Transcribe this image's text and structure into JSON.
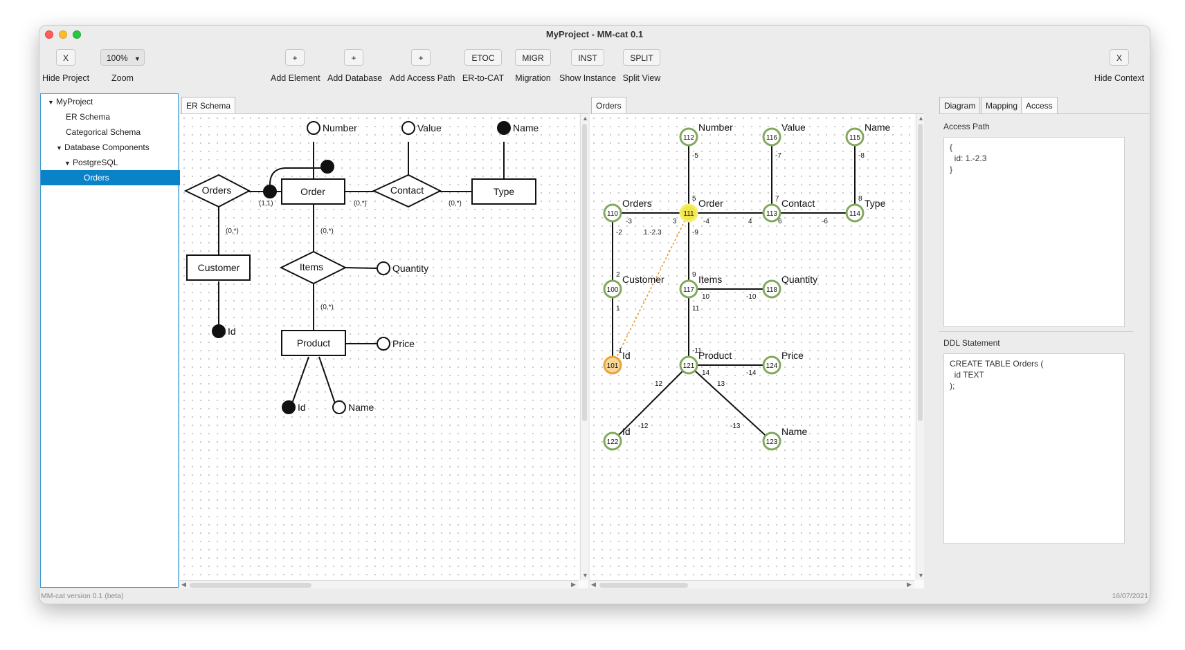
{
  "window": {
    "title": "MyProject - MM-cat 0.1"
  },
  "toolbar": {
    "hide_project_btn": "X",
    "hide_project_label": "Hide Project",
    "zoom_value": "100%",
    "zoom_label": "Zoom",
    "add_element_btn": "+",
    "add_element_label": "Add Element",
    "add_database_btn": "+",
    "add_database_label": "Add Database",
    "add_access_path_btn": "+",
    "add_access_path_label": "Add Access Path",
    "etoc_btn": "ETOC",
    "etoc_label": "ER-to-CAT",
    "migr_btn": "MIGR",
    "migr_label": "Migration",
    "inst_btn": "INST",
    "inst_label": "Show Instance",
    "split_btn": "SPLIT",
    "split_label": "Split View",
    "hide_context_btn": "X",
    "hide_context_label": "Hide Context"
  },
  "tree": {
    "root": "MyProject",
    "er_schema": "ER Schema",
    "categorical_schema": "Categorical Schema",
    "database_components": "Database Components",
    "postgresql": "PostgreSQL",
    "orders": "Orders"
  },
  "er_panel": {
    "tab": "ER Schema",
    "entities": [
      "Order",
      "Type",
      "Customer",
      "Product"
    ],
    "relationships": [
      "Orders",
      "Contact",
      "Items"
    ],
    "attributes": [
      "Number",
      "Value",
      "Name",
      "Quantity",
      "Id",
      "Price",
      "Id",
      "Name"
    ],
    "cardinalities": [
      "(1,1)",
      "(0,*)",
      "(0,*)",
      "(0,*)",
      "(0,*)",
      "(0,*)"
    ]
  },
  "cat_panel": {
    "tab": "Orders",
    "nodes": [
      {
        "id": "112",
        "label": "Number"
      },
      {
        "id": "116",
        "label": "Value"
      },
      {
        "id": "115",
        "label": "Name"
      },
      {
        "id": "110",
        "label": "Orders"
      },
      {
        "id": "111",
        "label": "Order"
      },
      {
        "id": "113",
        "label": "Contact"
      },
      {
        "id": "114",
        "label": "Type"
      },
      {
        "id": "100",
        "label": "Customer"
      },
      {
        "id": "117",
        "label": "Items"
      },
      {
        "id": "118",
        "label": "Quantity"
      },
      {
        "id": "101",
        "label": "Id"
      },
      {
        "id": "121",
        "label": "Product"
      },
      {
        "id": "124",
        "label": "Price"
      },
      {
        "id": "122",
        "label": "Id"
      },
      {
        "id": "123",
        "label": "Name"
      }
    ],
    "edge_labels": [
      "5",
      "-5",
      "-7",
      "7",
      "-8",
      "8",
      "-3",
      "3",
      "-4",
      "4",
      "6",
      "-6",
      "-2",
      "2",
      "-9",
      "9",
      "1",
      "-1",
      "10",
      "-10",
      "11",
      "-11",
      "14",
      "-14",
      "12",
      "-12",
      "13",
      "-13"
    ],
    "path_label": "1.-2.3"
  },
  "context": {
    "tabs": [
      "Diagram",
      "Mapping",
      "Access"
    ],
    "access_path_title": "Access Path",
    "access_path_text": "{\n  id: 1.-2.3\n}",
    "ddl_title": "DDL Statement",
    "ddl_text": "CREATE TABLE Orders (\n  id TEXT\n);"
  },
  "status": {
    "version": "MM-cat version 0.1 (beta)",
    "date": "16/07/2021"
  },
  "colors": {
    "selection": "#0a82c8",
    "node_border": "#82a95c",
    "highlight_yellow": "#f2e64c",
    "highlight_orange": "#e9a43b",
    "path_line": "#e69a28"
  }
}
